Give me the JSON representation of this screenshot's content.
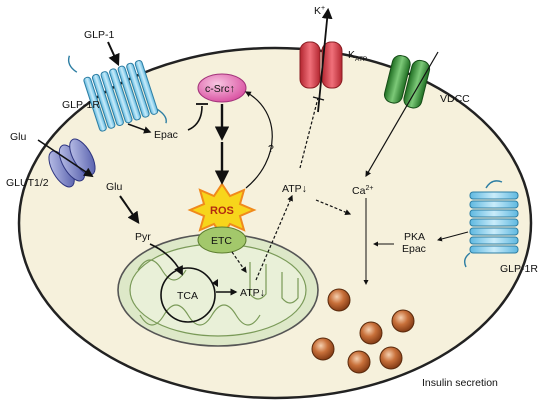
{
  "diagram": {
    "labels": {
      "glp1": "GLP-1",
      "glp1r_left": "GLP-1R",
      "glp1r_right": "GLP-1R",
      "epac_top": "Epac",
      "csrc": "c-Src",
      "csrc_arrow": "↑",
      "question": "?",
      "k_ion": "K",
      "k_sup": "+",
      "katp": "K",
      "katp_sub": "ATP",
      "vdcc": "VDCC",
      "glu_out": "Glu",
      "glut": "GLUT1/2",
      "glu_in": "Glu",
      "pyr": "Pyr",
      "ros": "ROS",
      "etc": "ETC",
      "tca": "TCA",
      "atp_mito": "ATP",
      "atp_mito_arrow": "↓",
      "atp_cyto": "ATP",
      "atp_cyto_arrow": "↓",
      "ca": "Ca",
      "ca_sup": "2+",
      "pka": "PKA",
      "epac_right": "Epac",
      "insulin": "Insulin secretion"
    },
    "colors": {
      "cell_fill": "#f6f1dc",
      "cell_stroke": "#222222",
      "receptor_blue": "#8fd0ea",
      "receptor_stroke": "#2d7ea3",
      "csrc_pink": "#e46bb0",
      "katp_red": "#e0414a",
      "vdcc_green": "#3d9a3d",
      "glut_blue": "#6f78c4",
      "ros_yellow": "#f7d51b",
      "ros_orange": "#f08a1c",
      "etc_green": "#a3c86b",
      "mito_fill": "#dde8c8",
      "granule_brown": "#a24d1f"
    },
    "icons": [
      "glp1r-receptor-icon",
      "katp-channel-icon",
      "vdcc-channel-icon",
      "glut-transporter-icon",
      "ros-burst-icon",
      "mitochondrion-icon",
      "insulin-granule-icon"
    ]
  }
}
